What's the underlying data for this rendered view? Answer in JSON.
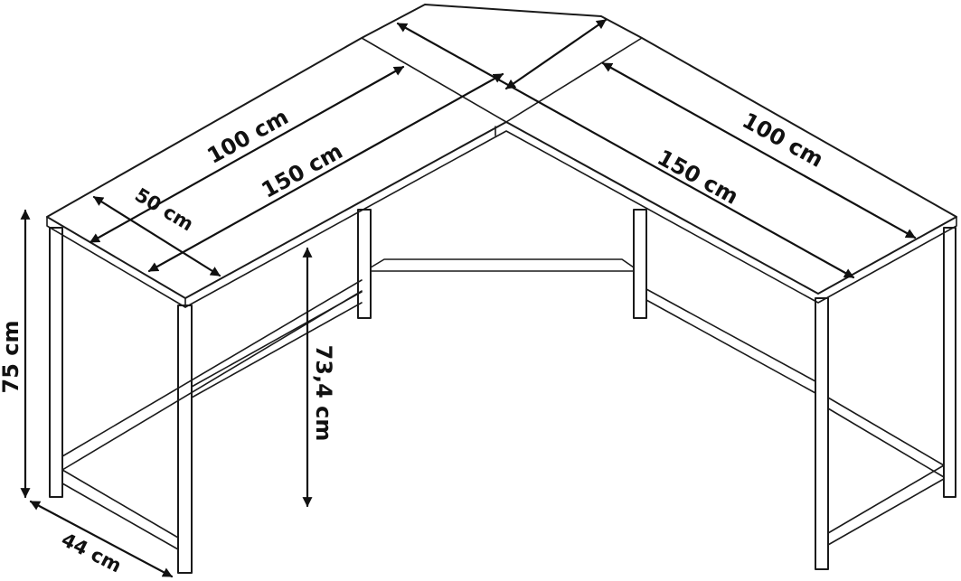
{
  "dimensions": {
    "back_left_length": "100 cm",
    "front_left_length": "150 cm",
    "left_depth": "50 cm",
    "back_right_length": "100 cm",
    "front_right_length": "150 cm",
    "total_height": "75 cm",
    "inner_height": "73,4 cm",
    "leg_depth": "44 cm"
  }
}
